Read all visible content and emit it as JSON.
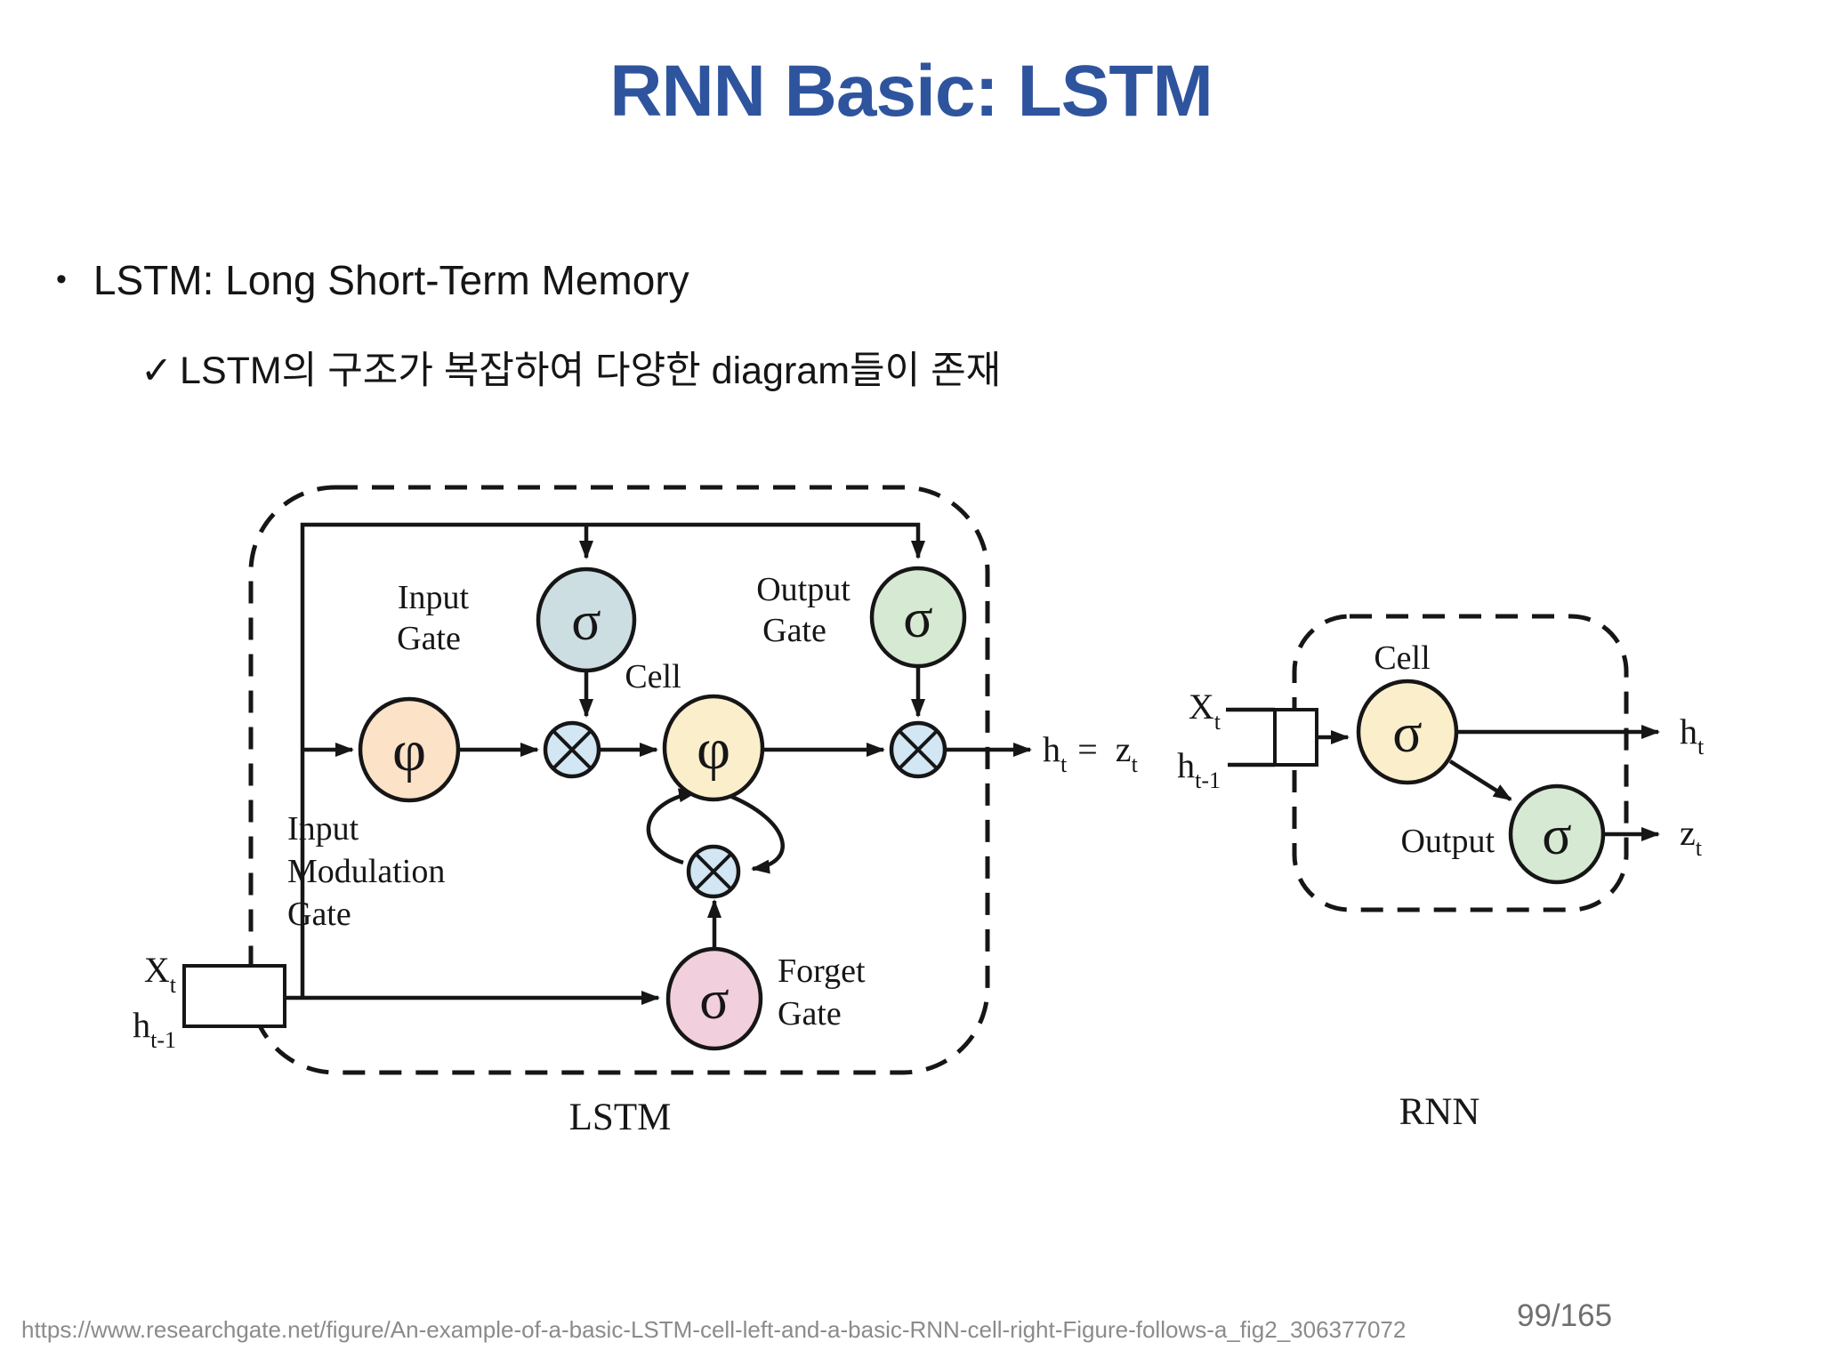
{
  "slide": {
    "title": "RNN Basic: LSTM",
    "accent_color": "#2F549E",
    "bullet_marker": "•",
    "bullet": "LSTM: Long Short-Term Memory",
    "check_marker": "✓",
    "check": "LSTM의 구조가 복잡하여 다양한 diagram들이 존재",
    "source_url": "https://www.researchgate.net/figure/An-example-of-a-basic-LSTM-cell-left-and-a-basic-RNN-cell-right-Figure-follows-a_fig2_306377072",
    "page": "99/165"
  },
  "lstm": {
    "caption": "LSTM",
    "labels": {
      "input_gate": [
        "Input",
        "Gate"
      ],
      "output_gate": [
        "Output",
        "Gate"
      ],
      "cell": "Cell",
      "input_modulation_gate": [
        "Input",
        "Modulation",
        "Gate"
      ],
      "forget_gate": [
        "Forget",
        "Gate"
      ]
    },
    "symbols": {
      "sigma": "σ",
      "phi": "φ"
    },
    "io": {
      "x": "X",
      "x_sub": "t",
      "h": "h",
      "h_sub": "t-1",
      "out_h": "h",
      "out_h_sub": "t",
      "eq": "=",
      "out_z": "z",
      "out_z_sub": "t"
    },
    "colors": {
      "input_gate": "#cddee3",
      "output_gate": "#d6e9d2",
      "cell": "#fbeecb",
      "input_modulation": "#fce2c7",
      "forget": "#f1cfdc",
      "multiply": "#d2e6f3"
    }
  },
  "rnn": {
    "caption": "RNN",
    "labels": {
      "cell": "Cell",
      "output": "Output"
    },
    "symbols": {
      "sigma": "σ"
    },
    "io": {
      "x": "X",
      "x_sub": "t",
      "h": "h",
      "h_sub": "t-1",
      "out_h": "h",
      "out_h_sub": "t",
      "out_z": "z",
      "out_z_sub": "t"
    },
    "colors": {
      "cell": "#fbeecb",
      "output": "#d6e9d2"
    }
  }
}
